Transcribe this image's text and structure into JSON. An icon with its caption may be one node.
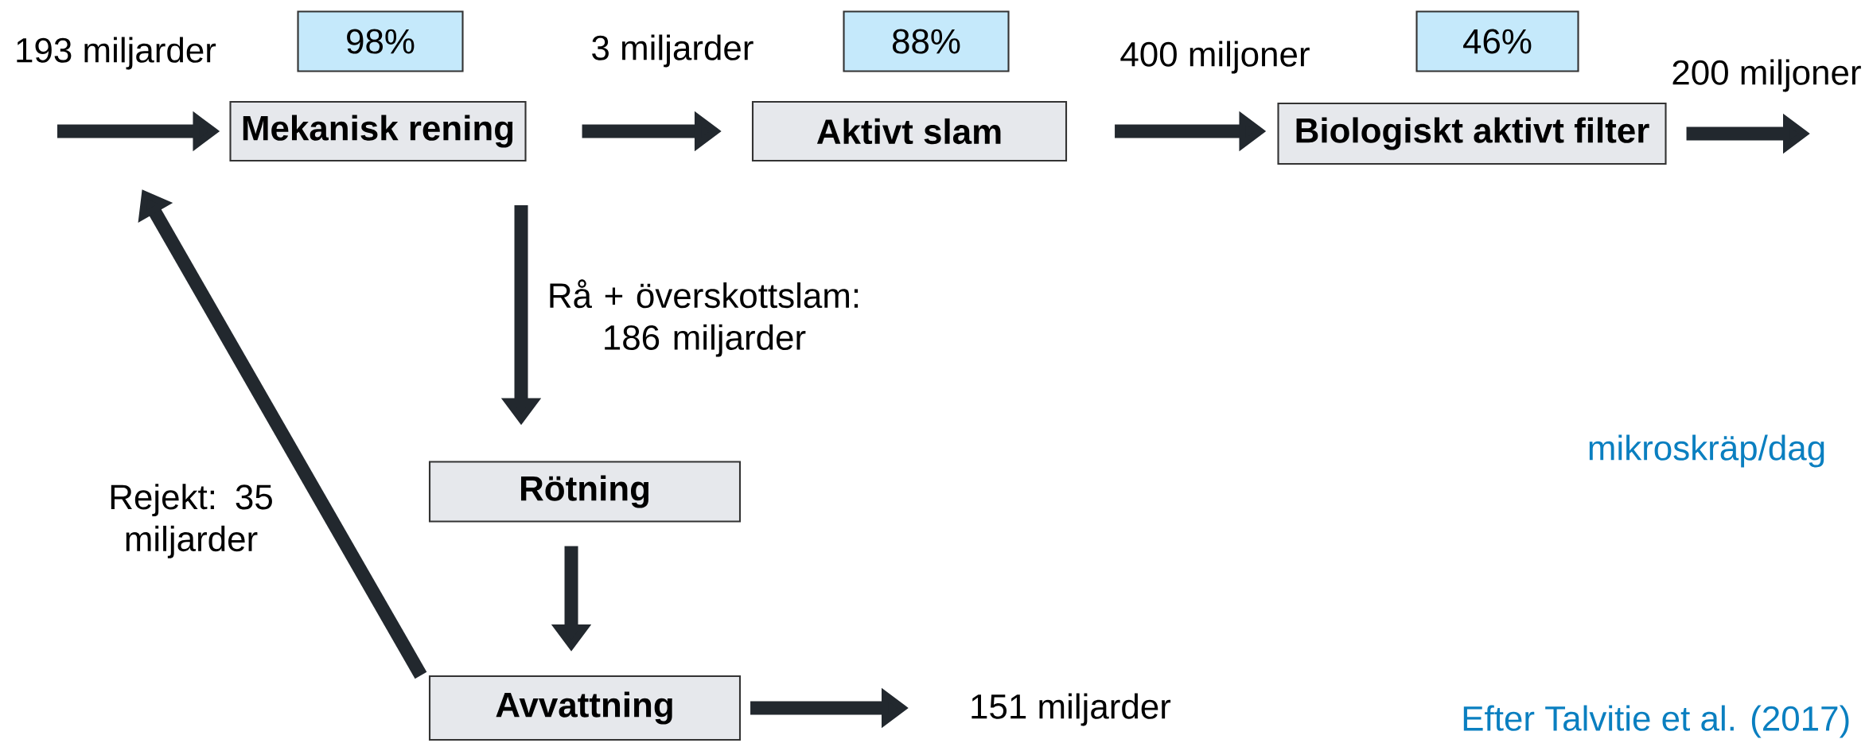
{
  "diagram": {
    "nodes": [
      {
        "text": [
          "98%"
        ]
      },
      {
        "text": [
          "Mekanisk rening"
        ]
      },
      {
        "text": [
          "88%"
        ]
      },
      {
        "text": [
          "Aktivt slam"
        ]
      },
      {
        "text": [
          "46%"
        ]
      },
      {
        "text": [
          "Biologiskt aktivt filter"
        ]
      },
      {
        "text": [
          "Rötning"
        ]
      },
      {
        "text": [
          "Avvattning"
        ]
      }
    ],
    "edges": [
      {
        "from": null,
        "to": 1,
        "arrow": "to",
        "label": "193 miljarder"
      },
      {
        "from": 1,
        "to": 3,
        "arrow": "to",
        "label": "3 miljarder"
      },
      {
        "from": 3,
        "to": 5,
        "arrow": "to",
        "label": "400 miljoner"
      },
      {
        "from": 5,
        "to": null,
        "arrow": "to",
        "label": "200 miljoner"
      },
      {
        "from": 1,
        "to": 6,
        "arrow": "to",
        "label": "Rå + överskottslam: 186 miljarder"
      },
      {
        "from": 6,
        "to": 7,
        "arrow": "to"
      },
      {
        "from": 7,
        "to": 1,
        "arrow": "to",
        "label": "Rejekt: 35 miljarder"
      },
      {
        "from": 7,
        "to": null,
        "arrow": "to",
        "label": "151 miljarder"
      }
    ],
    "labels": [
      "mikroskräp/dag",
      "Efter Talvitie et al. (2017)"
    ]
  }
}
